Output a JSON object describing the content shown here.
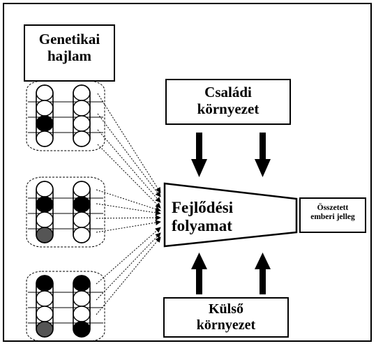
{
  "diagram": {
    "genetic_label": [
      "Genetikai",
      "hajlam"
    ],
    "family_label": [
      "Családi",
      "környezet"
    ],
    "external_label": [
      "Külső",
      "környezet"
    ],
    "process_label": [
      "Fejlődési",
      "folyamat"
    ],
    "output_label": [
      "Összetett",
      "emberi jelleg"
    ],
    "chromosome_groups": [
      {
        "left": [
          "white",
          "white",
          "black",
          "white"
        ],
        "right": [
          "white",
          "white",
          "white",
          "white"
        ]
      },
      {
        "left": [
          "white",
          "black",
          "white",
          "gray"
        ],
        "right": [
          "white",
          "black",
          "white",
          "white"
        ]
      },
      {
        "left": [
          "black",
          "white",
          "white",
          "gray"
        ],
        "right": [
          "black",
          "white",
          "white",
          "black"
        ]
      }
    ],
    "colors": {
      "stroke": "#000000",
      "black_segment": "#000000",
      "gray_segment": "#555555",
      "white_segment": "#ffffff"
    }
  }
}
